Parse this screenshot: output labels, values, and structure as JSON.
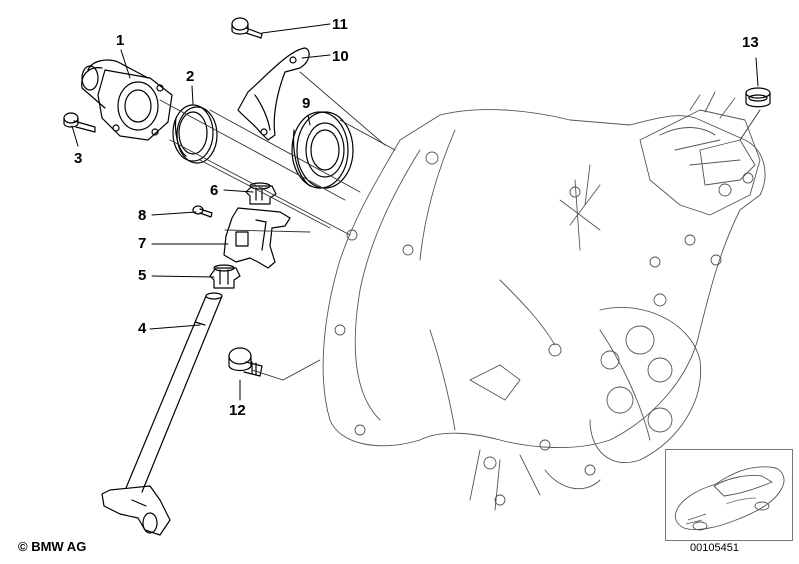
{
  "diagram": {
    "callouts": [
      {
        "id": "1",
        "text": "1"
      },
      {
        "id": "2",
        "text": "2"
      },
      {
        "id": "3",
        "text": "3"
      },
      {
        "id": "4",
        "text": "4"
      },
      {
        "id": "5",
        "text": "5"
      },
      {
        "id": "6",
        "text": "6"
      },
      {
        "id": "7",
        "text": "7"
      },
      {
        "id": "8",
        "text": "8"
      },
      {
        "id": "9",
        "text": "9"
      },
      {
        "id": "10",
        "text": "10"
      },
      {
        "id": "11",
        "text": "11"
      },
      {
        "id": "12",
        "text": "12"
      },
      {
        "id": "13",
        "text": "13"
      }
    ],
    "copyright": "© BMW AG",
    "doc_number": "00105451",
    "colors": {
      "line": "#000000",
      "background": "#ffffff"
    }
  }
}
